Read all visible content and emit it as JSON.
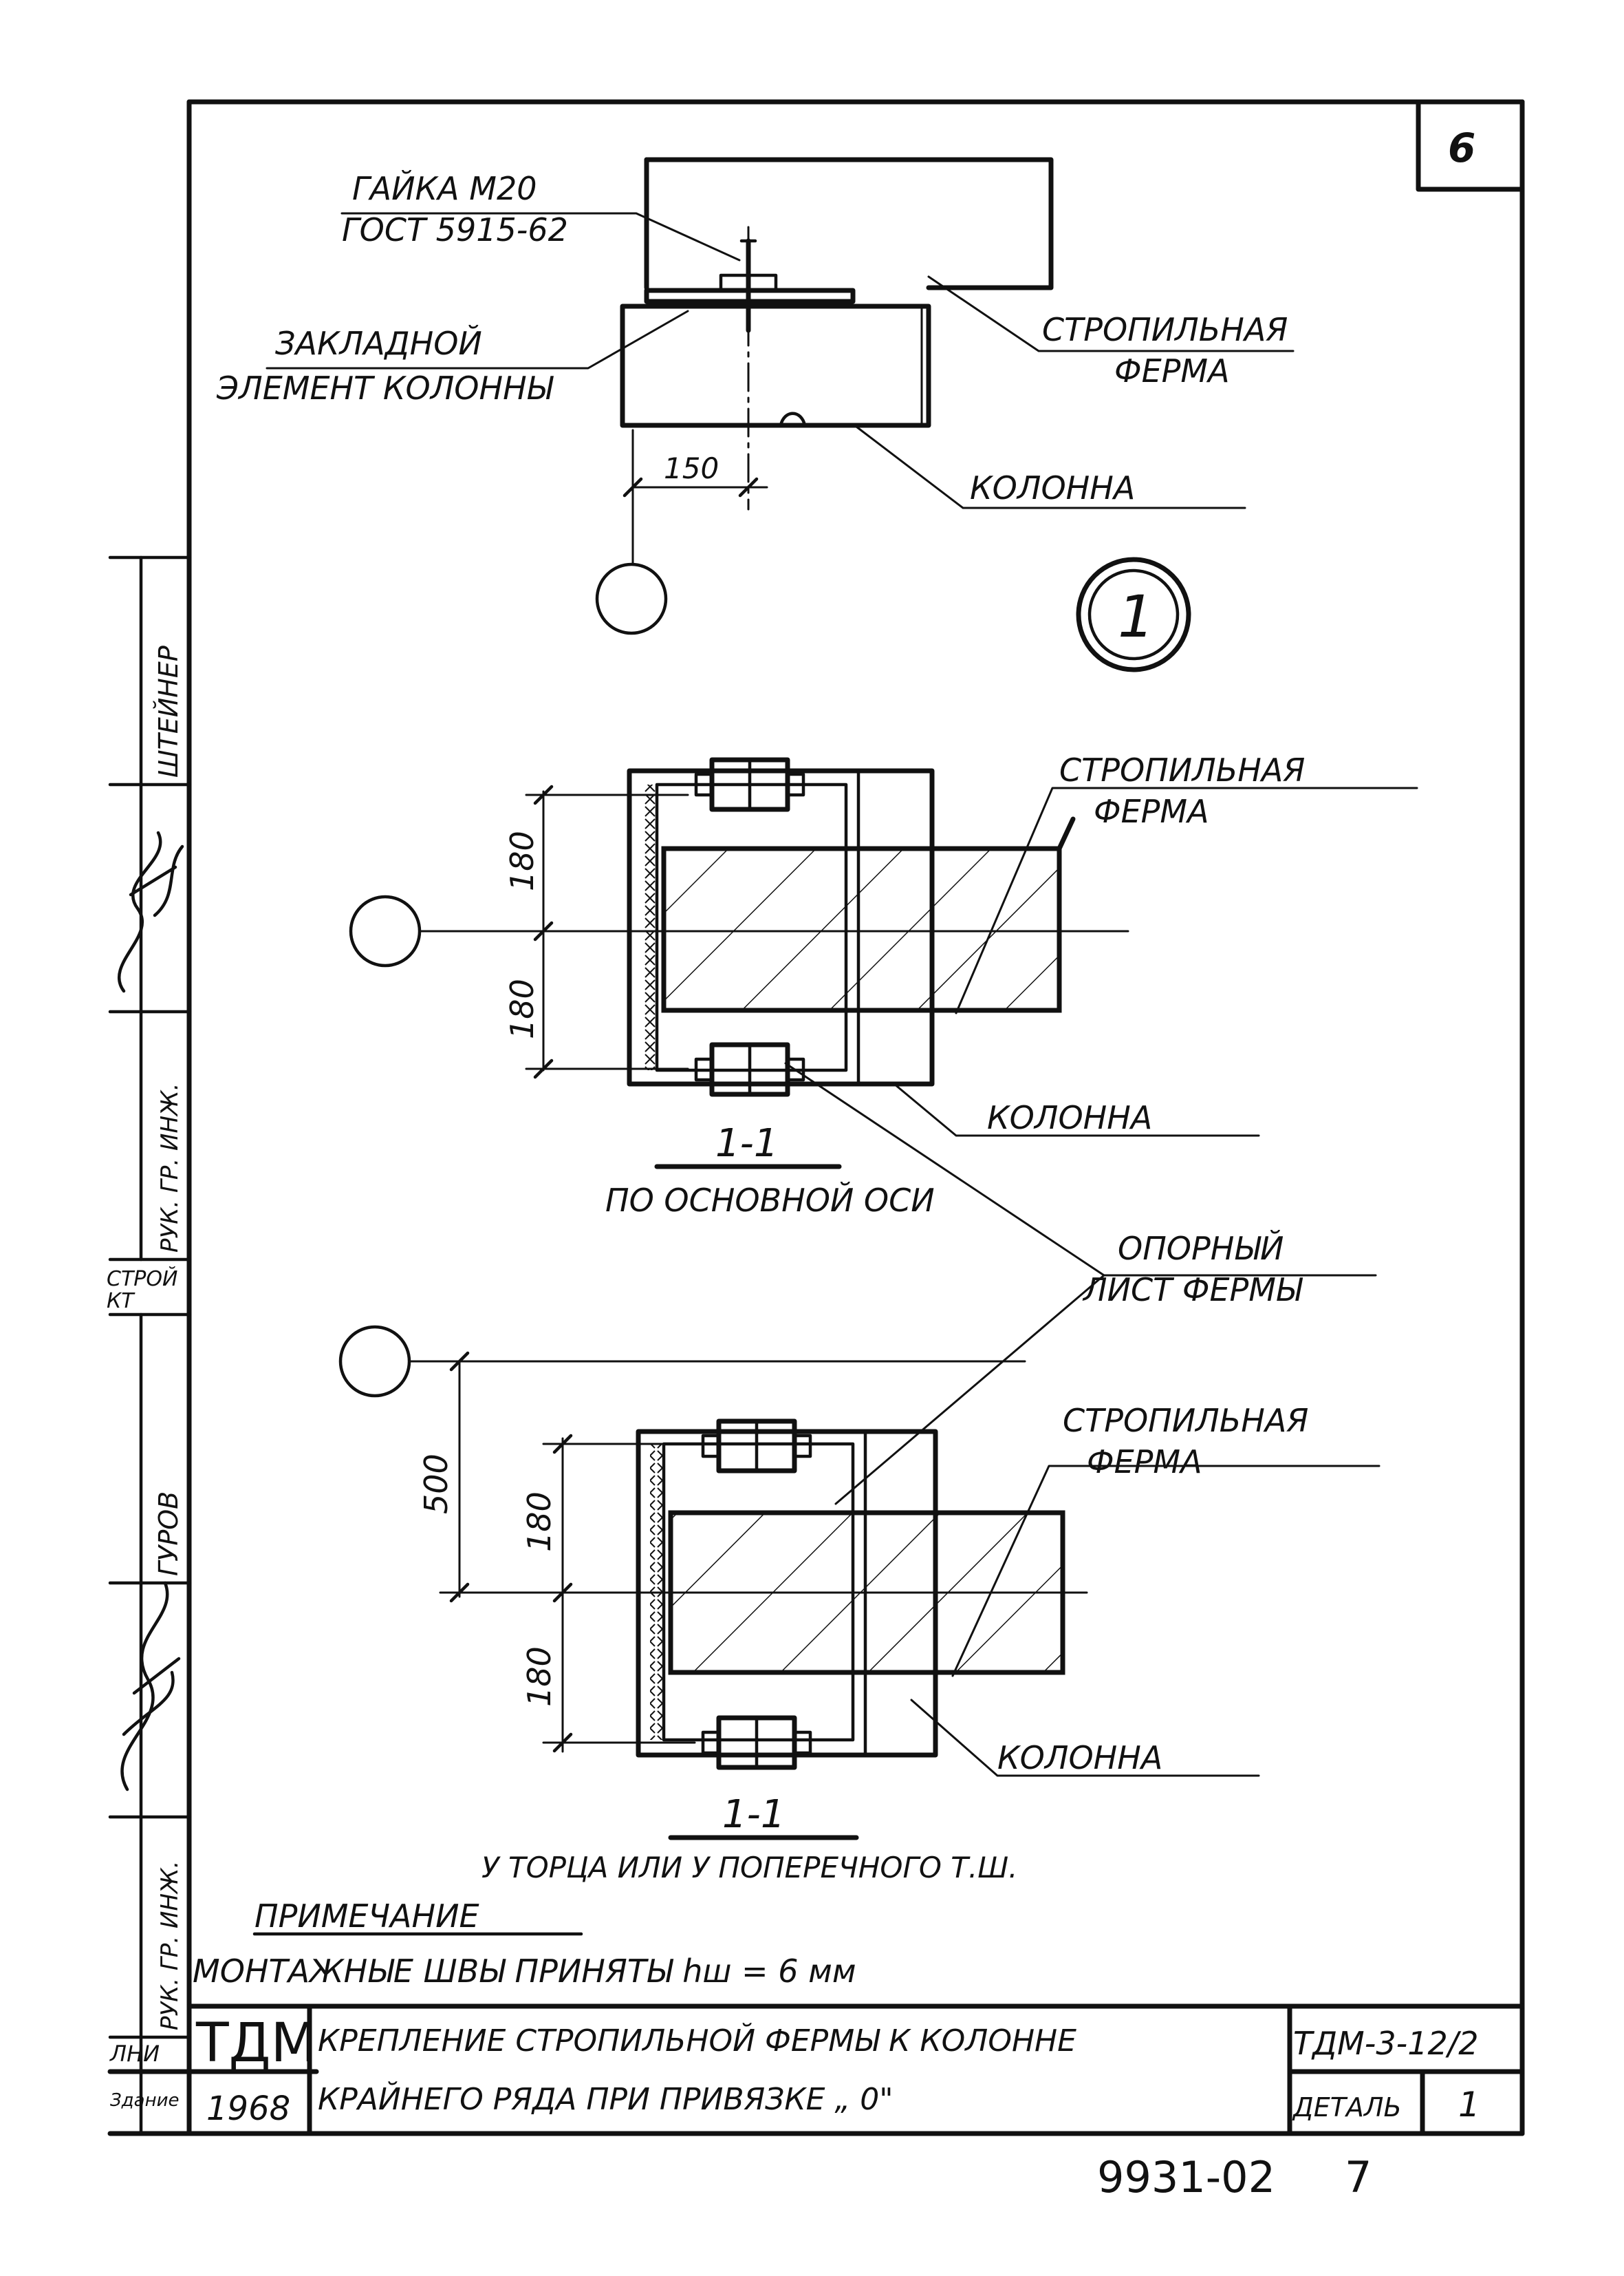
{
  "sheet": {
    "number": "6",
    "detail_circle_label": "1"
  },
  "top_view": {
    "label_nut_line1": "ГАЙКА М20",
    "label_nut_line2": "ГОСТ 5915-62",
    "label_embed_line1": "ЗАКЛАДНОЙ",
    "label_embed_line2": "ЭЛЕМЕНТ КОЛОННЫ",
    "label_truss_line1": "СТРОПИЛЬНАЯ",
    "label_truss_line2": "ФЕРМА",
    "label_column": "КОЛОННА",
    "dim_150": "150"
  },
  "section_main": {
    "dim_upper": "180",
    "dim_lower": "180",
    "label_truss_line1": "СТРОПИЛЬНАЯ",
    "label_truss_line2": "ФЕРМА",
    "label_column": "КОЛОННА",
    "title": "1-1",
    "subtitle": "ПО ОСНОВНОЙ ОСИ"
  },
  "support_plate": {
    "line1": "ОПОРНЫЙ",
    "line2": "ЛИСТ ФЕРМЫ"
  },
  "section_end": {
    "dim_500": "500",
    "dim_upper": "180",
    "dim_lower": "180",
    "label_truss_line1": "СТРОПИЛЬНАЯ",
    "label_truss_line2": "ФЕРМА",
    "label_column": "КОЛОННА",
    "title": "1-1",
    "subtitle": "У ТОРЦА ИЛИ У ПОПЕРЕЧНОГО Т.Ш."
  },
  "note": {
    "heading": "ПРИМЕЧАНИЕ",
    "text": "МОНТАЖНЫЕ ШВЫ ПРИНЯТЫ hш = 6 мм"
  },
  "side_stamp": {
    "cell1": "ШТЕЙНЕР",
    "cell2": "РУК. ГР. ИНЖ.",
    "cell3": "ГУРОВ",
    "cell4": "РУК. ГР. ИНЖ.",
    "org_line1": "СТРОЙ",
    "org_line2": "КТ"
  },
  "title_block": {
    "org": "ТДМ",
    "year": "1968",
    "title_line1": "КРЕПЛЕНИЕ СТРОПИЛЬНОЙ ФЕРМЫ К КОЛОННЕ",
    "title_line2": "КРАЙНЕГО РЯДА ПРИ ПРИВЯЗКЕ „ 0\"",
    "code": "ТДМ-3-12/2",
    "detail_label": "ДЕТАЛЬ",
    "detail_number": "1",
    "left_cut_line1": "ЛНИ",
    "left_cut_line2": "Здание"
  },
  "footer": {
    "archive_number": "9931-02",
    "page": "7"
  },
  "colors": {
    "ink": "#111111",
    "paper": "#ffffff"
  }
}
